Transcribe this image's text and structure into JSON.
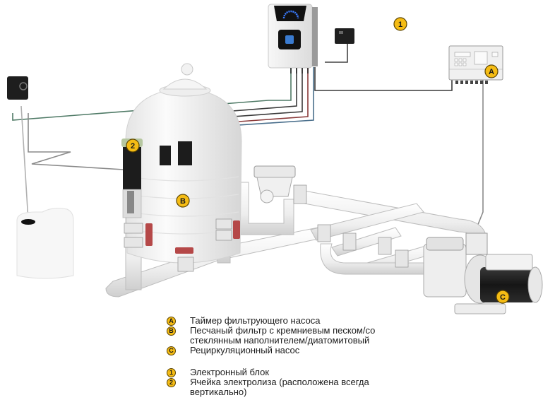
{
  "colors": {
    "badge_fill": "#F5BC14",
    "badge_stroke": "#5a4300",
    "valve_red": "#b54848",
    "pipe_white": "#f3f3f3",
    "cable_green": "#4f7a66",
    "cable_dark": "#3a3a3a",
    "cable_red": "#8a3a3a",
    "cable_blue": "#4a6f8c",
    "display_blue": "#3a7bff"
  },
  "diagram": {
    "callouts": [
      {
        "id": "1",
        "label": "1",
        "target": "electronic-unit"
      },
      {
        "id": "A",
        "label": "A",
        "target": "filter-pump-timer"
      },
      {
        "id": "2",
        "label": "2",
        "target": "electrolysis-cell"
      },
      {
        "id": "B",
        "label": "B",
        "target": "sand-filter"
      },
      {
        "id": "C",
        "label": "C",
        "target": "recirculation-pump"
      }
    ],
    "components": [
      "electronic-unit",
      "control-box",
      "filter-pump-timer",
      "dosing-pump",
      "chemical-tank",
      "sand-filter",
      "multiport-valve",
      "electrolysis-cell",
      "recirculation-pump",
      "pipework"
    ]
  },
  "legend": {
    "group1": [
      {
        "badge": "A",
        "text": "Таймер фильтрующего насоса"
      },
      {
        "badge": "B",
        "text": "Песчаный фильтр с кремниевым песком/со"
      },
      {
        "badge": "",
        "text": "стеклянным наполнителем/диатомитовый"
      },
      {
        "badge": "C",
        "text": "Рециркуляционный насос"
      }
    ],
    "group2": [
      {
        "badge": "1",
        "text": "Электронный блок"
      },
      {
        "badge": "2",
        "text": "Ячейка электролиза (расположена всегда"
      },
      {
        "badge": "",
        "text": "вертикально)"
      }
    ]
  }
}
